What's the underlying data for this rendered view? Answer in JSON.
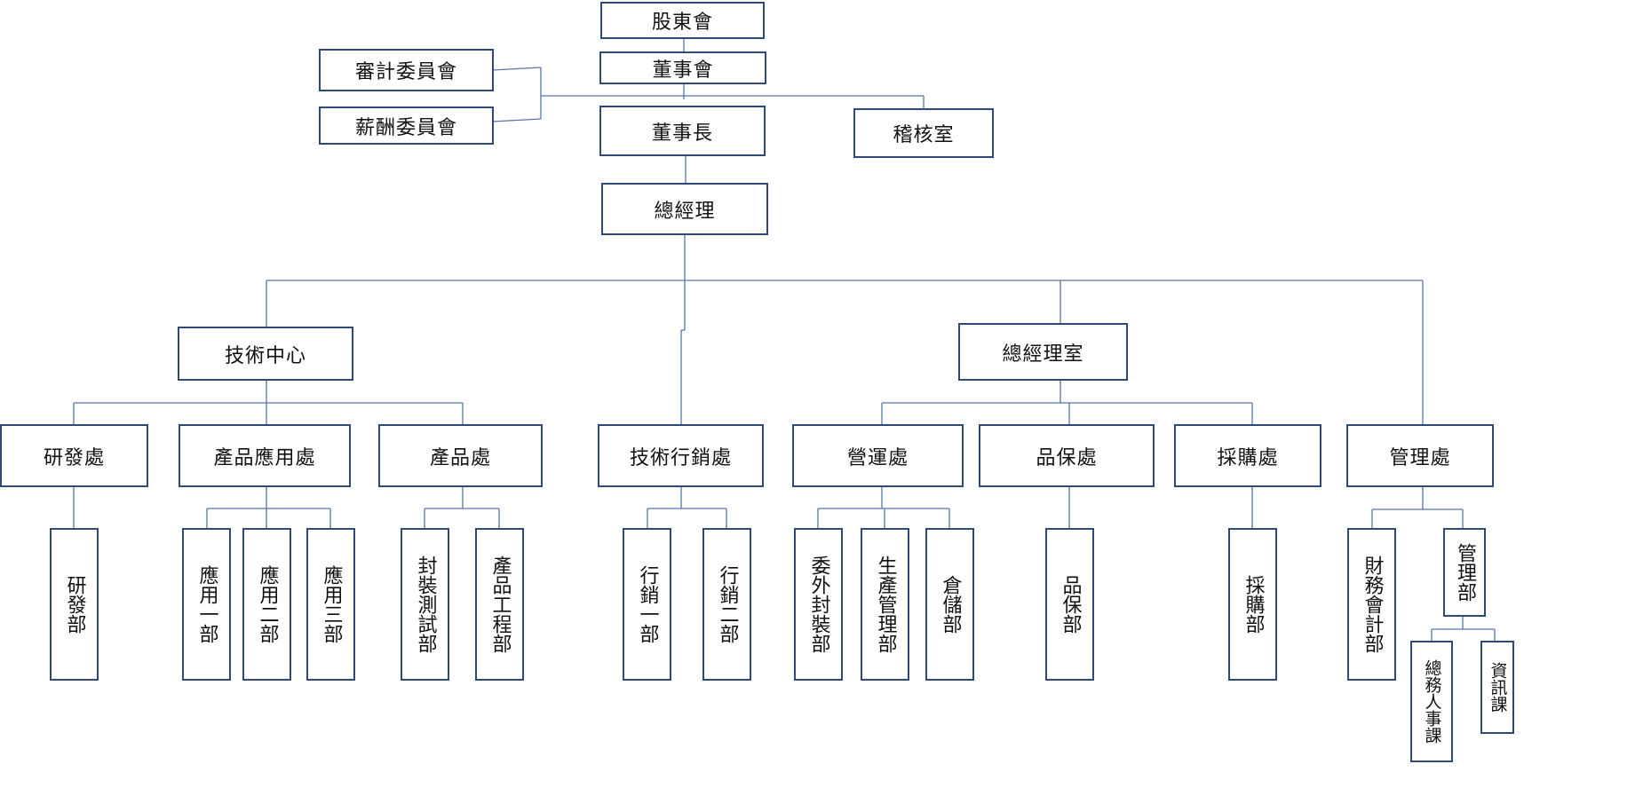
{
  "chart": {
    "shareholders": "股東會",
    "board": "董事會",
    "audit_committee": "審計委員會",
    "compensation_committee": "薪酬委員會",
    "chairman": "董事長",
    "internal_audit": "稽核室",
    "general_manager": "總經理",
    "tech_center": "技術中心",
    "gm_office": "總經理室",
    "divisions": {
      "rd": "研發處",
      "app": "產品應用處",
      "product": "產品處",
      "tech_marketing": "技術行銷處",
      "operations": "營運處",
      "qa": "品保處",
      "purchasing": "採購處",
      "admin": "管理處"
    },
    "departments": {
      "rd_dept": "研發部",
      "app1": "應用一部",
      "app2": "應用二部",
      "app3": "應用三部",
      "packaging_test": "封裝測試部",
      "product_eng": "產品工程部",
      "marketing1": "行銷一部",
      "marketing2": "行銷二部",
      "outsourcing": "委外封裝部",
      "production_mgmt": "生產管理部",
      "warehouse": "倉儲部",
      "qa_dept": "品保部",
      "purchasing_dept": "採購部",
      "finance": "財務會計部",
      "admin_dept": "管理部",
      "general_affairs_hr": "總務人事課",
      "it": "資訊課"
    }
  }
}
